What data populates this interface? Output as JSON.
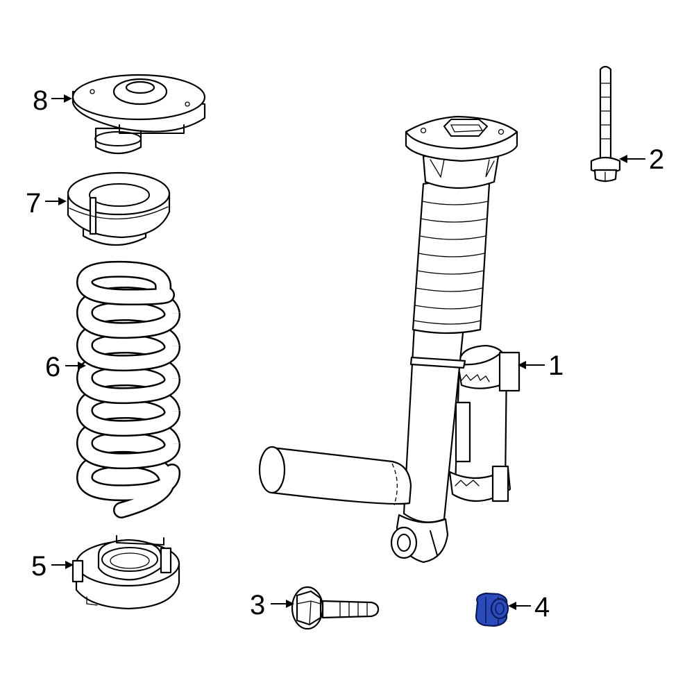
{
  "diagram": {
    "highlight_color": "#2b4bbd",
    "line_color": "#000000",
    "background": "#ffffff",
    "parts": [
      {
        "callout": "1",
        "icon": "shock-absorber-icon"
      },
      {
        "callout": "2",
        "icon": "long-bolt-icon"
      },
      {
        "callout": "3",
        "icon": "flange-bolt-icon"
      },
      {
        "callout": "4",
        "icon": "hex-nut-icon",
        "highlighted": true
      },
      {
        "callout": "5",
        "icon": "lower-spring-seat-icon"
      },
      {
        "callout": "6",
        "icon": "coil-spring-icon"
      },
      {
        "callout": "7",
        "icon": "upper-spring-seat-icon"
      },
      {
        "callout": "8",
        "icon": "strut-mount-icon"
      }
    ]
  }
}
